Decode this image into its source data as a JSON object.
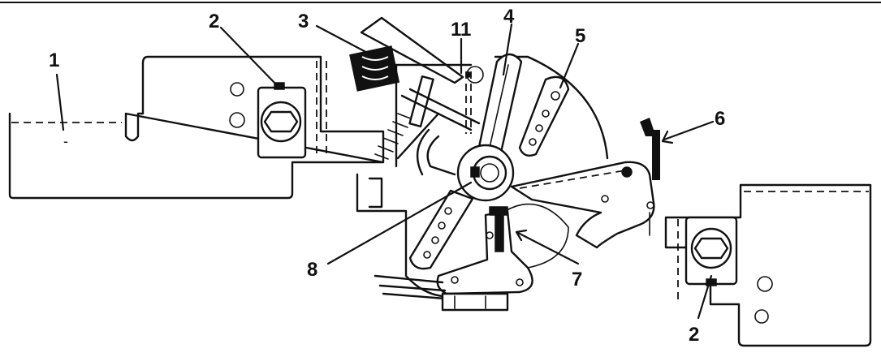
{
  "callouts": {
    "c1": "1",
    "c2_top": "2",
    "c3": "3",
    "c4": "4",
    "c5": "5",
    "c6": "6",
    "c7": "7",
    "c8": "8",
    "c11": "11",
    "c2_bottom": "2"
  }
}
